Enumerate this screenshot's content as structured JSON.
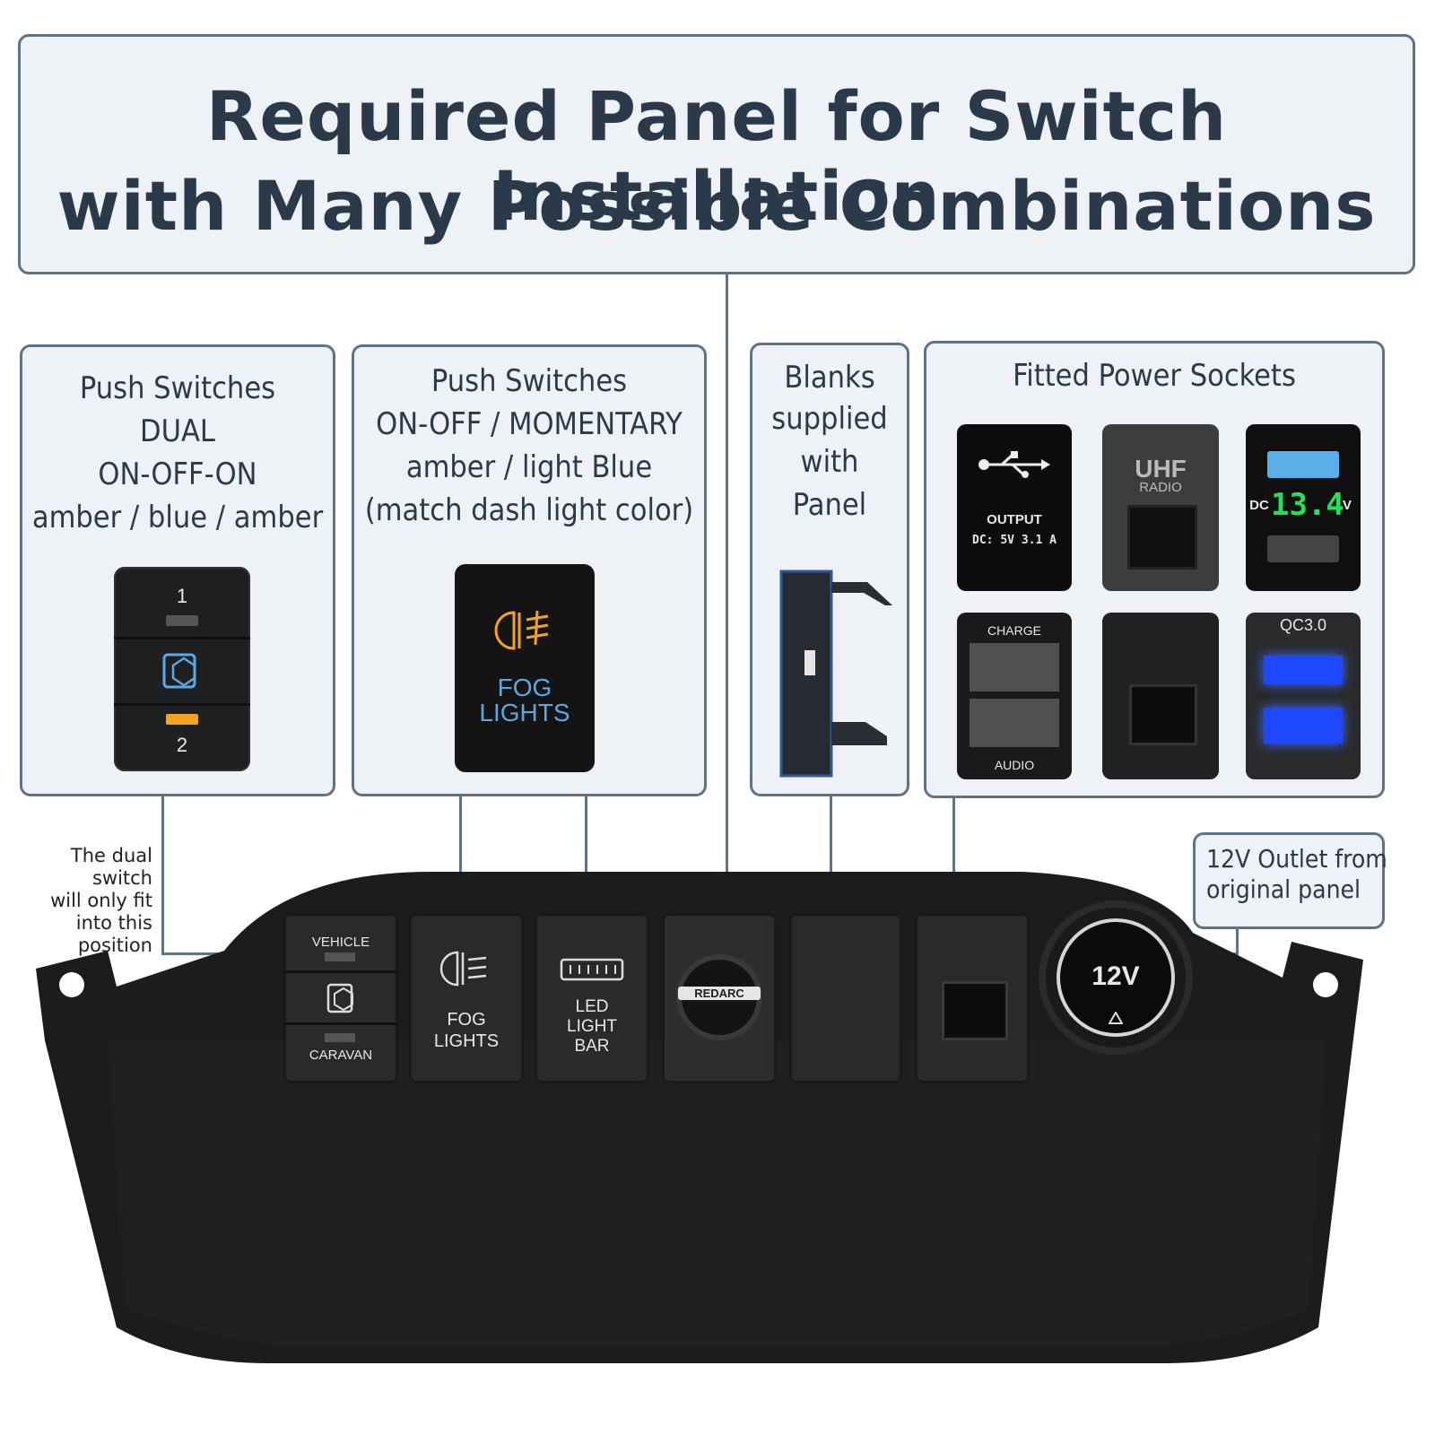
{
  "heading": {
    "line1": "Required Panel for Switch Installation",
    "line2": "with Many Possible Combinations"
  },
  "categories": {
    "dual": {
      "lines": [
        "Push Switches",
        "DUAL",
        "ON-OFF-ON",
        "amber / blue / amber"
      ],
      "switch_top": "1",
      "switch_bottom": "2"
    },
    "momentary": {
      "lines": [
        "Push Switches",
        "ON-OFF / MOMENTARY",
        "amber / light Blue",
        "(match dash light color)"
      ],
      "switch_label_1": "FOG",
      "switch_label_2": "LIGHTS"
    },
    "blanks": {
      "lines": [
        "Blanks",
        "supplied",
        "with",
        "Panel"
      ]
    },
    "sockets": {
      "title": "Fitted Power Sockets",
      "usb_output": {
        "line1": "OUTPUT",
        "line2": "DC:  5V  3.1 A"
      },
      "uhf": {
        "line1": "UHF",
        "line2": "RADIO"
      },
      "voltmeter": {
        "left": "DC",
        "reading": "13.4",
        "unit": "V"
      },
      "charge_audio": {
        "top": "CHARGE",
        "bottom": "AUDIO"
      },
      "qc": {
        "label": "QC3.0"
      }
    }
  },
  "notes": {
    "dual_position": [
      "The dual switch",
      "will only fit",
      "into this position"
    ],
    "outlet": [
      "12V Outlet from",
      "original panel"
    ]
  },
  "panel": {
    "slot1": {
      "top": "VEHICLE",
      "bottom": "CARAVAN"
    },
    "slot2": {
      "line1": "FOG",
      "line2": "LIGHTS"
    },
    "slot3": {
      "line1": "LED",
      "line2": "LIGHT",
      "line3": "BAR"
    },
    "slot4": {
      "brand": "REDARC"
    },
    "outlet": {
      "label": "12V"
    }
  },
  "colors": {
    "accent_amber": "#f2a41f",
    "accent_blue": "#5aa8e6",
    "led_green": "#27e05a",
    "frame": "#5f7387"
  }
}
